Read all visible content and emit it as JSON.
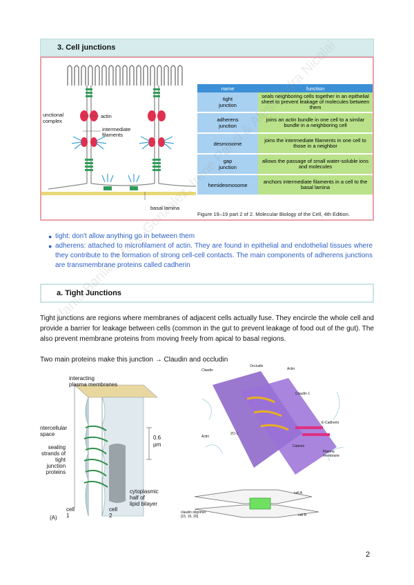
{
  "section": {
    "title": "3.   Cell junctions"
  },
  "figure1": {
    "labels": {
      "junctional_complex": "unctional\ncomplex",
      "actin": "actin",
      "intermediate_filaments": "intermediate\nfilaments",
      "basal_lamina": "basal lamina"
    },
    "table": {
      "headers": [
        "name",
        "function"
      ],
      "rows": [
        {
          "name": "tight\njunction",
          "function": "seals neighboring cells together in an epithelial sheet to prevent leakage of molecules between them"
        },
        {
          "name": "adherens\njunction",
          "function": "joins an actin bundle in one cell to a similar bundle in a neighboring cell"
        },
        {
          "name": "desmosome",
          "function": "joins the intermediate filaments in one cell to those in a neighbor"
        },
        {
          "name": "gap\njunction",
          "function": "allows the passage of small water-soluble ions and molecules"
        },
        {
          "name": "hemidesmosome",
          "function": "anchors intermediate filaments in a cell to the basal lamina"
        }
      ]
    },
    "caption": "Figure 19–19 part 2 of 2. Molecular Biology of the Cell, 4th Edition."
  },
  "bullets": [
    "tight: don't allow anything go in between them",
    "adherens: attached to microfilament of actin. They are found in epithelial and endothelial tissues where they contribute to the formation of strong cell-cell contacts. The main components of adherens junctions are transmembrane proteins called cadherin"
  ],
  "subsection": {
    "title": "a.   Tight Junctions"
  },
  "paragraph": "Tight junctions are regions where membranes of adjacent cells actually fuse. They encircle the whole cell and provide a barrier for leakage between cells (common in the gut to prevent leakage of food out of the gut). The also prevent membrane proteins from moving freely from apical to basal regions.",
  "paragraph2": "Two main proteins make this junction → Claudin and occludin",
  "figure2": {
    "labels": {
      "interacting": "interacting\nplasma membranes",
      "intercellular": "ntercellular\nspace",
      "size": "0.6\nµm",
      "sealing": "sealing\nstrands of\ntight\njunction\nproteins",
      "cytoplasmic": "cytoplasmic\nhalf of\nlipid bilayer",
      "panel": "(A)",
      "cell1": "cell\n1",
      "cell2": "cell\n2"
    }
  },
  "figure3": {
    "labels": {
      "occludin": "Occludin",
      "actin_top": "Actin",
      "claudin": "Claudin",
      "claudin2": "Claudin 1",
      "ecadherin": "E-Cadherin",
      "actin_left": "Actin",
      "zo1": "ZO-1",
      "catenin": "Catenin",
      "plasma": "Plasma\nmembrane",
      "claudin_oligomer": "claudin oligomer\n[15, 16, 20]",
      "cell_a": "cell A",
      "cell_b": "cell B"
    }
  },
  "watermark": "Stefania Barilla, Maria Gonzalez, Irene Parisi & Alessandra Nicolai",
  "page_number": "2"
}
